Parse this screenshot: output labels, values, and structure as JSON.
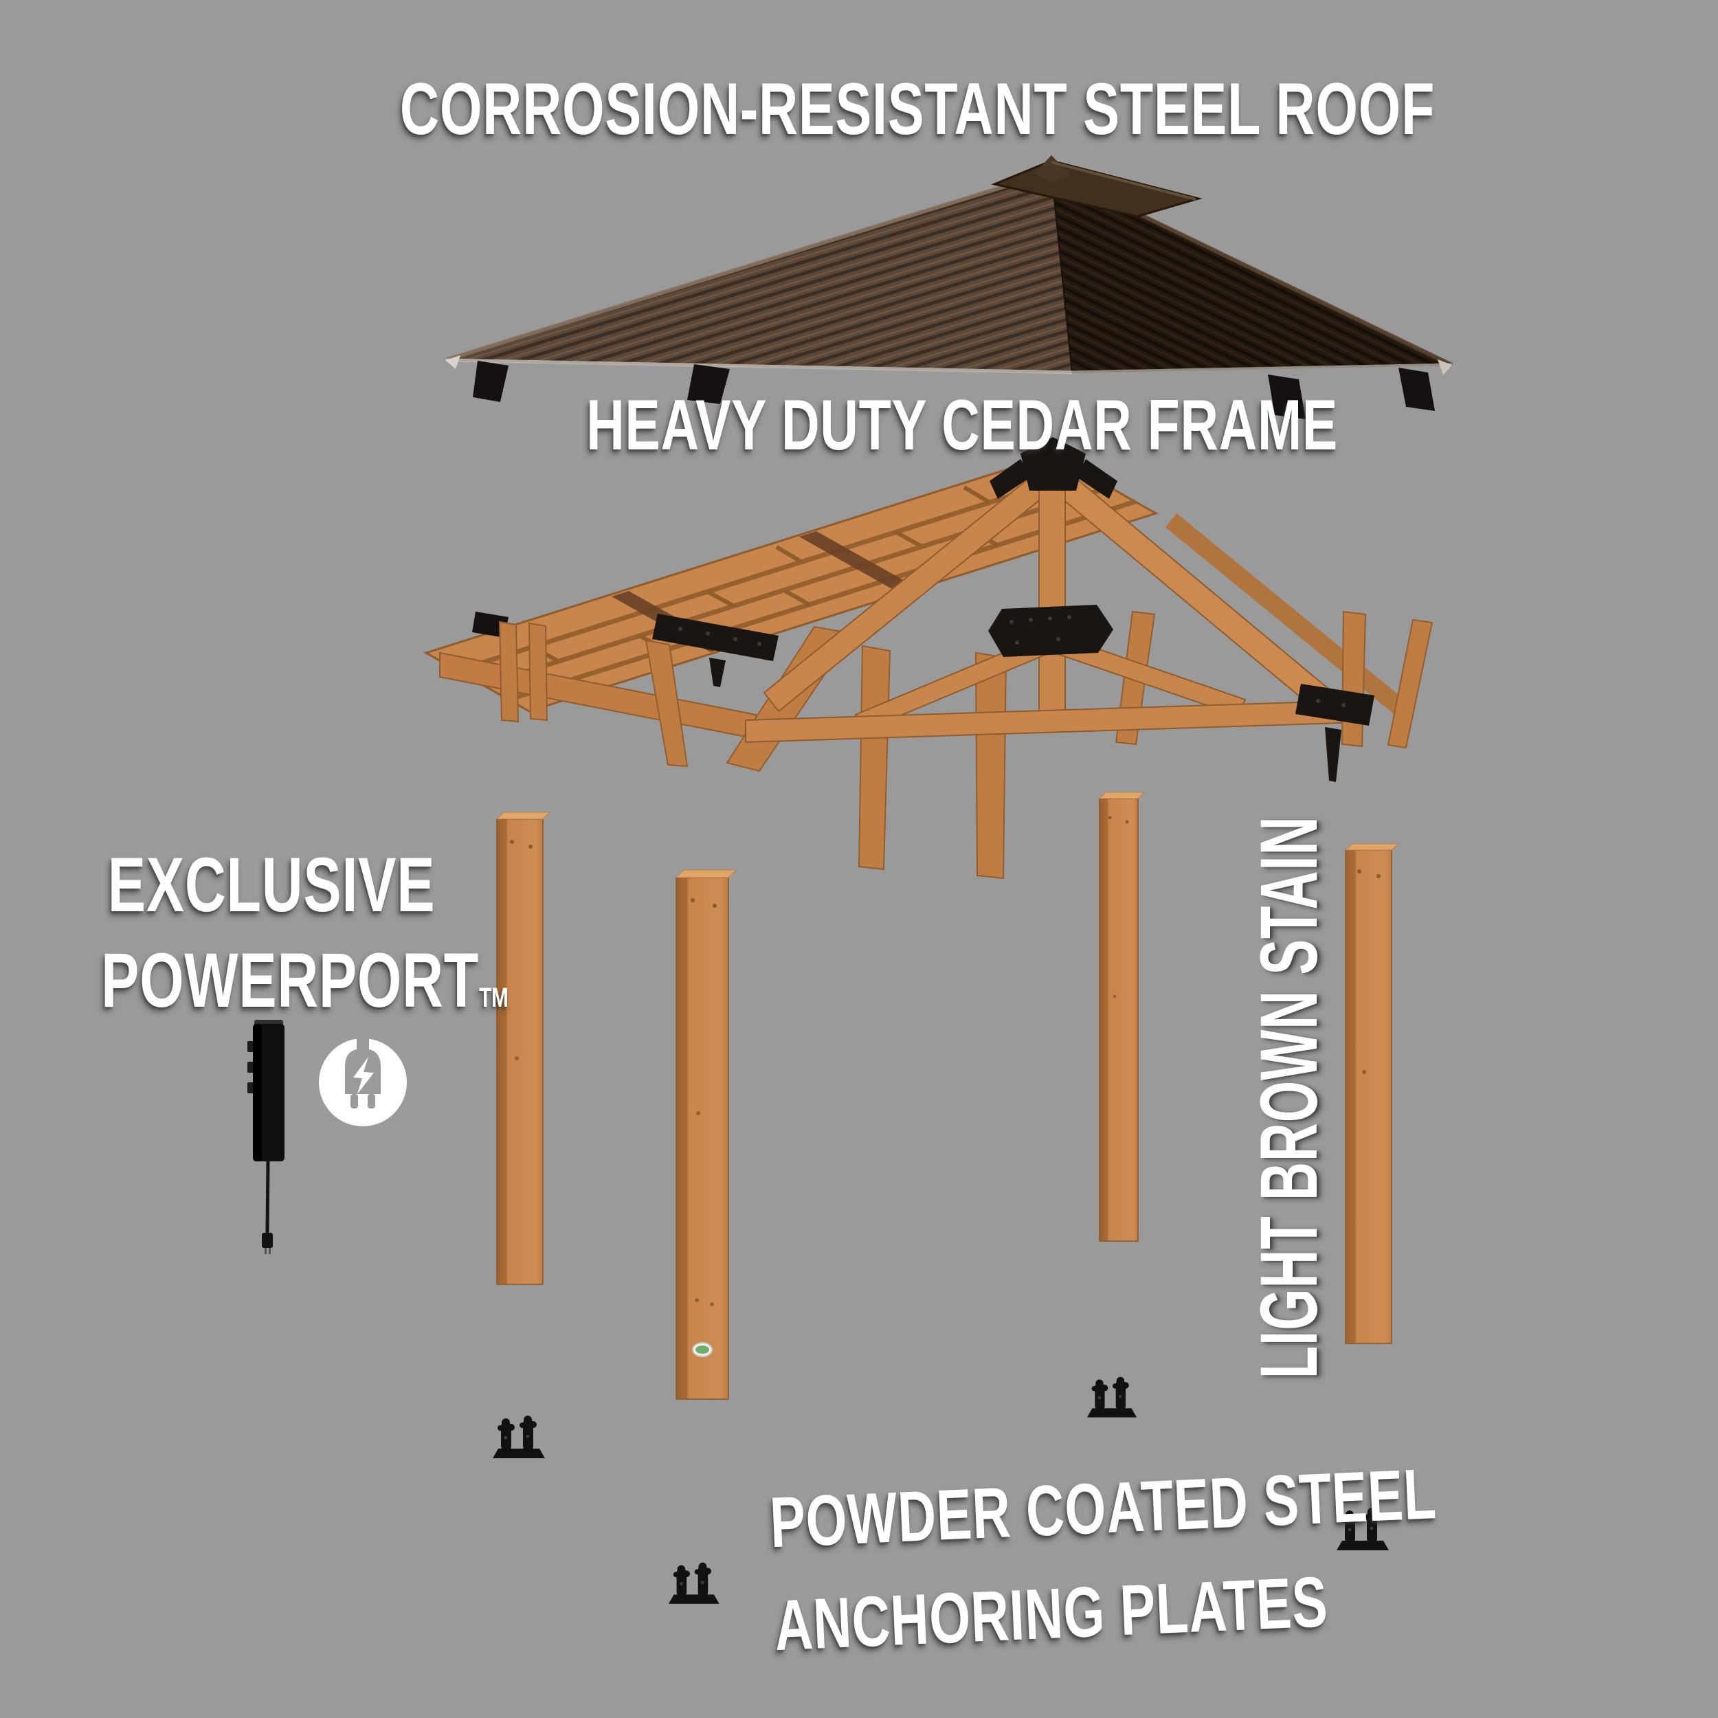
{
  "background_color": "#9a9a9a",
  "colors": {
    "text": "#ffffff",
    "roof_panel_left": "#5c4839",
    "roof_panel_right": "#221811",
    "roof_ridge_cap": "#41301f",
    "cedar_wood": "#c8854c",
    "cedar_wood_dark": "#a06634",
    "cedar_wood_light": "#dca266",
    "steel_bracket_black": "#151210",
    "sticker_green": "#6fae6f"
  },
  "labels": {
    "roof": "CORROSION-RESISTANT STEEL ROOF",
    "frame": "HEAVY DUTY CEDAR FRAME",
    "powerport_line1": "EXCLUSIVE",
    "powerport_line2": "POWERPORT",
    "powerport_tm": "TM",
    "stain": "LIGHT BROWN STAIN",
    "anchor_line1": "POWDER COATED STEEL",
    "anchor_line2": "ANCHORING PLATES"
  },
  "icons": {
    "powerport_icon": "power-plug-lightning-icon",
    "powerport_device": "powerport-outlet-strip",
    "anchor_plate": "anchoring-plate-silhouette"
  }
}
